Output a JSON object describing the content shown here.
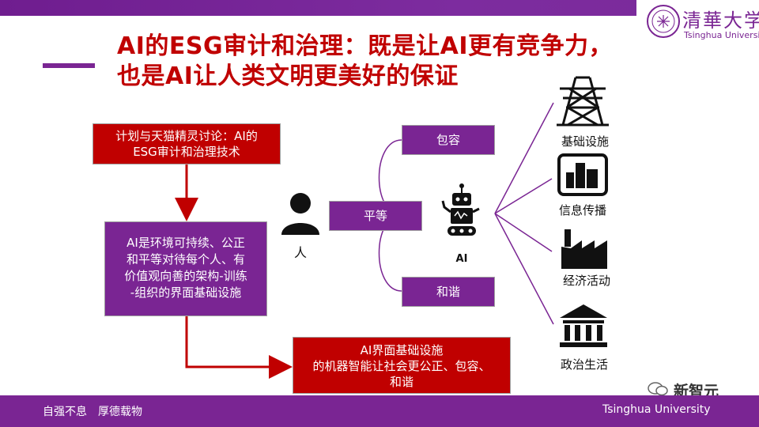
{
  "header": {
    "university_name": "Tsinghua University",
    "university_logo_chars": "清華大学"
  },
  "title": {
    "line1": "AI的ESG审计和治理：既是让AI更有竞争力，",
    "line2": "也是AI让人类文明更美好的保证"
  },
  "boxes": {
    "plan_line1": "计划与天猫精灵讨论：AI的",
    "plan_line2": "ESG审计和治理技术",
    "ai_line1": "AI是环境可持续、公正",
    "ai_line2": "和平等对待每个人、有",
    "ai_line3": "价值观向善的架构-训练",
    "ai_line4": "-组织的界面基础设施",
    "infra_line1": "AI界面基础设施",
    "infra_line2": "的机器智能让社会更公正、包容、",
    "infra_line3": "和谐"
  },
  "values": {
    "inclusive": "包容",
    "equal": "平等",
    "harmony": "和谐"
  },
  "actors": {
    "human": "人",
    "ai": "AI"
  },
  "domains": {
    "infrastructure": "基础设施",
    "information": "信息传播",
    "economy": "经济活动",
    "politics": "政治生活"
  },
  "footer": {
    "motto": "自强不息　厚德载物",
    "university": "Tsinghua University",
    "watermark": "新智元"
  },
  "colors": {
    "red": "#c00000",
    "purple": "#7a2593",
    "black": "#000000"
  }
}
